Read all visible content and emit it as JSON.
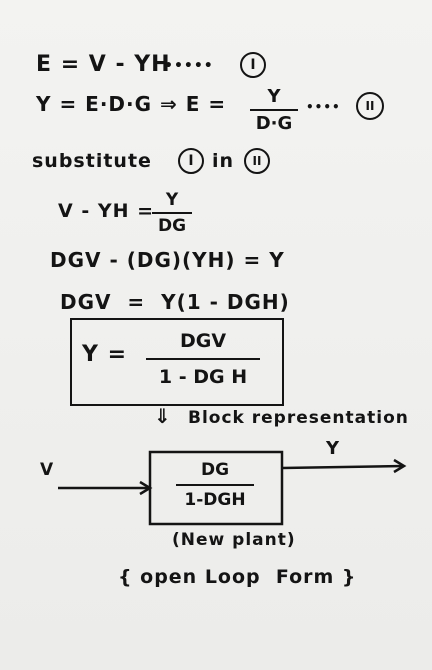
{
  "eq1": {
    "text": "E = V - YH",
    "dots": "•••••",
    "ref": "I"
  },
  "eq2": {
    "lhs": "Y = E·D·G ⇒ E =",
    "num": "Y",
    "den": "D·G",
    "dots": "••••",
    "ref": "II"
  },
  "step": {
    "pre": "substitute",
    "ref_a": "I",
    "mid": "in",
    "ref_b": "II"
  },
  "eq3": {
    "lhs": "V - YH =",
    "num": "Y",
    "den": "DG"
  },
  "eq4": {
    "text": "DGV - (DG)(YH) = Y"
  },
  "eq5": {
    "text": "DGV  =  Y(1 - DGH)"
  },
  "result": {
    "lhs": "Y =",
    "num": "DGV",
    "den": "1 - DG H"
  },
  "arrow_note": {
    "arrow": "⇓",
    "text": "Block representation"
  },
  "block": {
    "input_label": "V",
    "output_label": "Y",
    "num": "DG",
    "den": "1-DGH",
    "caption": "(New plant)",
    "form": "{ open Loop  Form }"
  }
}
